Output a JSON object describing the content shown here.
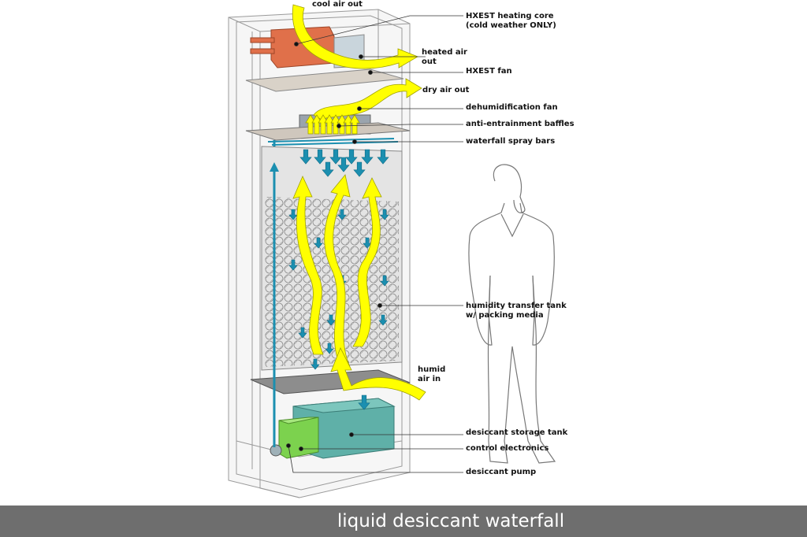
{
  "labels": {
    "cool_air_out": "cool air out",
    "hxest_heating_core": "HXEST heating core\n(cold weather ONLY)",
    "heated_air_out": "heated air\nout",
    "hxest_fan": "HXEST fan",
    "dry_air_out": "dry air out",
    "dehumidification_fan": "dehumidification fan",
    "anti_entrainment_baffles": "anti-entrainment baffles",
    "waterfall_spray_bars": "waterfall spray bars",
    "humidity_transfer_tank": "humidity transfer tank\nw/ packing media",
    "humid_air_in": "humid\nair in",
    "desiccant_storage_tank": "desiccant storage tank",
    "control_electronics": "control electronics",
    "desiccant_pump": "desiccant pump"
  },
  "footer": {
    "title": "liquid desiccant waterfall"
  },
  "colors": {
    "air_flow": "#ffff00",
    "desiccant_flow": "#1b8fb0",
    "heating_core": "#e0704a",
    "storage_tank": "#5fb0a8",
    "control_electronics": "#7cd24e",
    "footer_bar": "#6e6e6e"
  }
}
